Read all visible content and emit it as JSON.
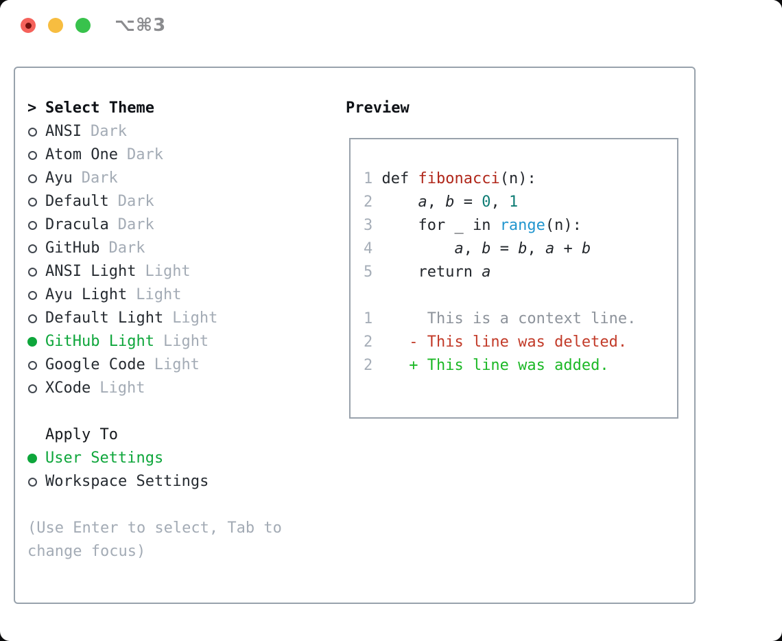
{
  "window": {
    "title": "⌥⌘3",
    "traffic_lights": [
      "close",
      "minimize",
      "zoom"
    ]
  },
  "picker": {
    "prompt": ">",
    "heading": "Select Theme",
    "themes": [
      {
        "name": "ANSI",
        "variant": "Dark",
        "selected": false
      },
      {
        "name": "Atom One",
        "variant": "Dark",
        "selected": false
      },
      {
        "name": "Ayu",
        "variant": "Dark",
        "selected": false
      },
      {
        "name": "Default",
        "variant": "Dark",
        "selected": false
      },
      {
        "name": "Dracula",
        "variant": "Dark",
        "selected": false
      },
      {
        "name": "GitHub",
        "variant": "Dark",
        "selected": false
      },
      {
        "name": "ANSI Light",
        "variant": "Light",
        "selected": false
      },
      {
        "name": "Ayu Light",
        "variant": "Light",
        "selected": false
      },
      {
        "name": "Default Light",
        "variant": "Light",
        "selected": false
      },
      {
        "name": "GitHub Light",
        "variant": "Light",
        "selected": true
      },
      {
        "name": "Google Code",
        "variant": "Light",
        "selected": false
      },
      {
        "name": "XCode",
        "variant": "Light",
        "selected": false
      }
    ],
    "apply_heading": "Apply To",
    "apply_options": [
      {
        "label": "User Settings",
        "selected": true
      },
      {
        "label": "Workspace Settings",
        "selected": false
      }
    ],
    "hint": "(Use Enter to select, Tab to change focus)"
  },
  "preview": {
    "heading": "Preview",
    "code_lines": [
      {
        "num": "1",
        "segments": [
          {
            "t": "def ",
            "c": "p"
          },
          {
            "t": "fibonacci",
            "c": "fn"
          },
          {
            "t": "(n):",
            "c": "p"
          }
        ]
      },
      {
        "num": "2",
        "segments": [
          {
            "t": "    ",
            "c": "p"
          },
          {
            "t": "a",
            "c": "var"
          },
          {
            "t": ", ",
            "c": "p"
          },
          {
            "t": "b",
            "c": "var"
          },
          {
            "t": " = ",
            "c": "p"
          },
          {
            "t": "0",
            "c": "num"
          },
          {
            "t": ", ",
            "c": "p"
          },
          {
            "t": "1",
            "c": "num"
          }
        ]
      },
      {
        "num": "3",
        "segments": [
          {
            "t": "    for _ in ",
            "c": "p"
          },
          {
            "t": "range",
            "c": "call"
          },
          {
            "t": "(n):",
            "c": "p"
          }
        ]
      },
      {
        "num": "4",
        "segments": [
          {
            "t": "        ",
            "c": "p"
          },
          {
            "t": "a",
            "c": "var"
          },
          {
            "t": ", ",
            "c": "p"
          },
          {
            "t": "b",
            "c": "var"
          },
          {
            "t": " = ",
            "c": "p"
          },
          {
            "t": "b",
            "c": "var"
          },
          {
            "t": ", ",
            "c": "p"
          },
          {
            "t": "a",
            "c": "var"
          },
          {
            "t": " + ",
            "c": "p"
          },
          {
            "t": "b",
            "c": "var"
          }
        ]
      },
      {
        "num": "5",
        "segments": [
          {
            "t": "    return ",
            "c": "p"
          },
          {
            "t": "a",
            "c": "var"
          }
        ]
      }
    ],
    "diff_lines": [
      {
        "num": "1",
        "body": "      This is a context line.",
        "kind": "context"
      },
      {
        "num": "2",
        "body": "    - This line was deleted.",
        "kind": "deleted"
      },
      {
        "num": "2",
        "body": "    + This line was added.",
        "kind": "added"
      }
    ]
  },
  "colors": {
    "accent_green": "#0ea63b",
    "added_green": "#1cb826",
    "deleted_red": "#c23a28",
    "function_red": "#b0271a",
    "number_teal": "#0e7c74",
    "call_blue": "#2196cf",
    "muted_gray": "#a3abb5",
    "context_gray": "#8d939b",
    "line_number_gray": "#a6aeb8",
    "border_gray": "#98a2ac",
    "text_dark": "#262b31",
    "title_gray": "#8b8c8f",
    "traffic_red": "#f5625b",
    "traffic_yellow": "#f7bd40",
    "traffic_green": "#38c24c"
  }
}
